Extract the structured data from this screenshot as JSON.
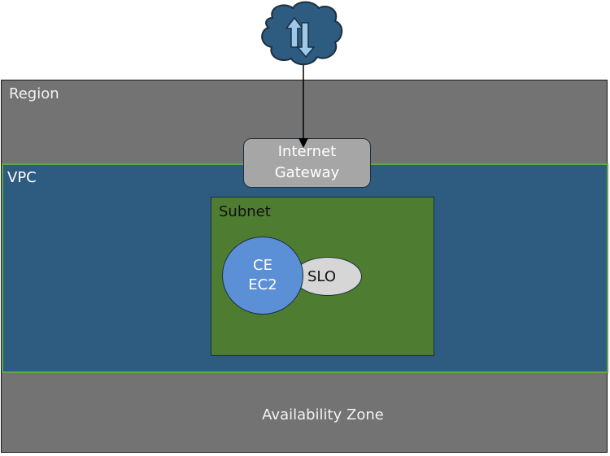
{
  "diagram": {
    "region": {
      "label": "Region",
      "fill": "#737373"
    },
    "vpc": {
      "label": "VPC",
      "fill": "#2e5b80",
      "border": "#5fa84a"
    },
    "availability_zone": {
      "label": "Availability Zone"
    },
    "subnet": {
      "label": "Subnet",
      "fill": "#4e7d32"
    },
    "ec2": {
      "line1": "CE",
      "line2": "EC2",
      "fill": "#5b8fd6"
    },
    "slo": {
      "label": "SLO",
      "fill": "#d6d6d6"
    },
    "internet_gateway": {
      "line1": "Internet",
      "line2": "Gateway",
      "fill": "#a6a6a6"
    },
    "internet_cloud": {
      "icon": "cloud-icon",
      "fill": "#2e5b80",
      "arrow_fill": "#9dc8ec"
    },
    "connection": {
      "from": "internet_cloud",
      "to": "internet_gateway",
      "type": "bidirectional-arrow"
    }
  }
}
